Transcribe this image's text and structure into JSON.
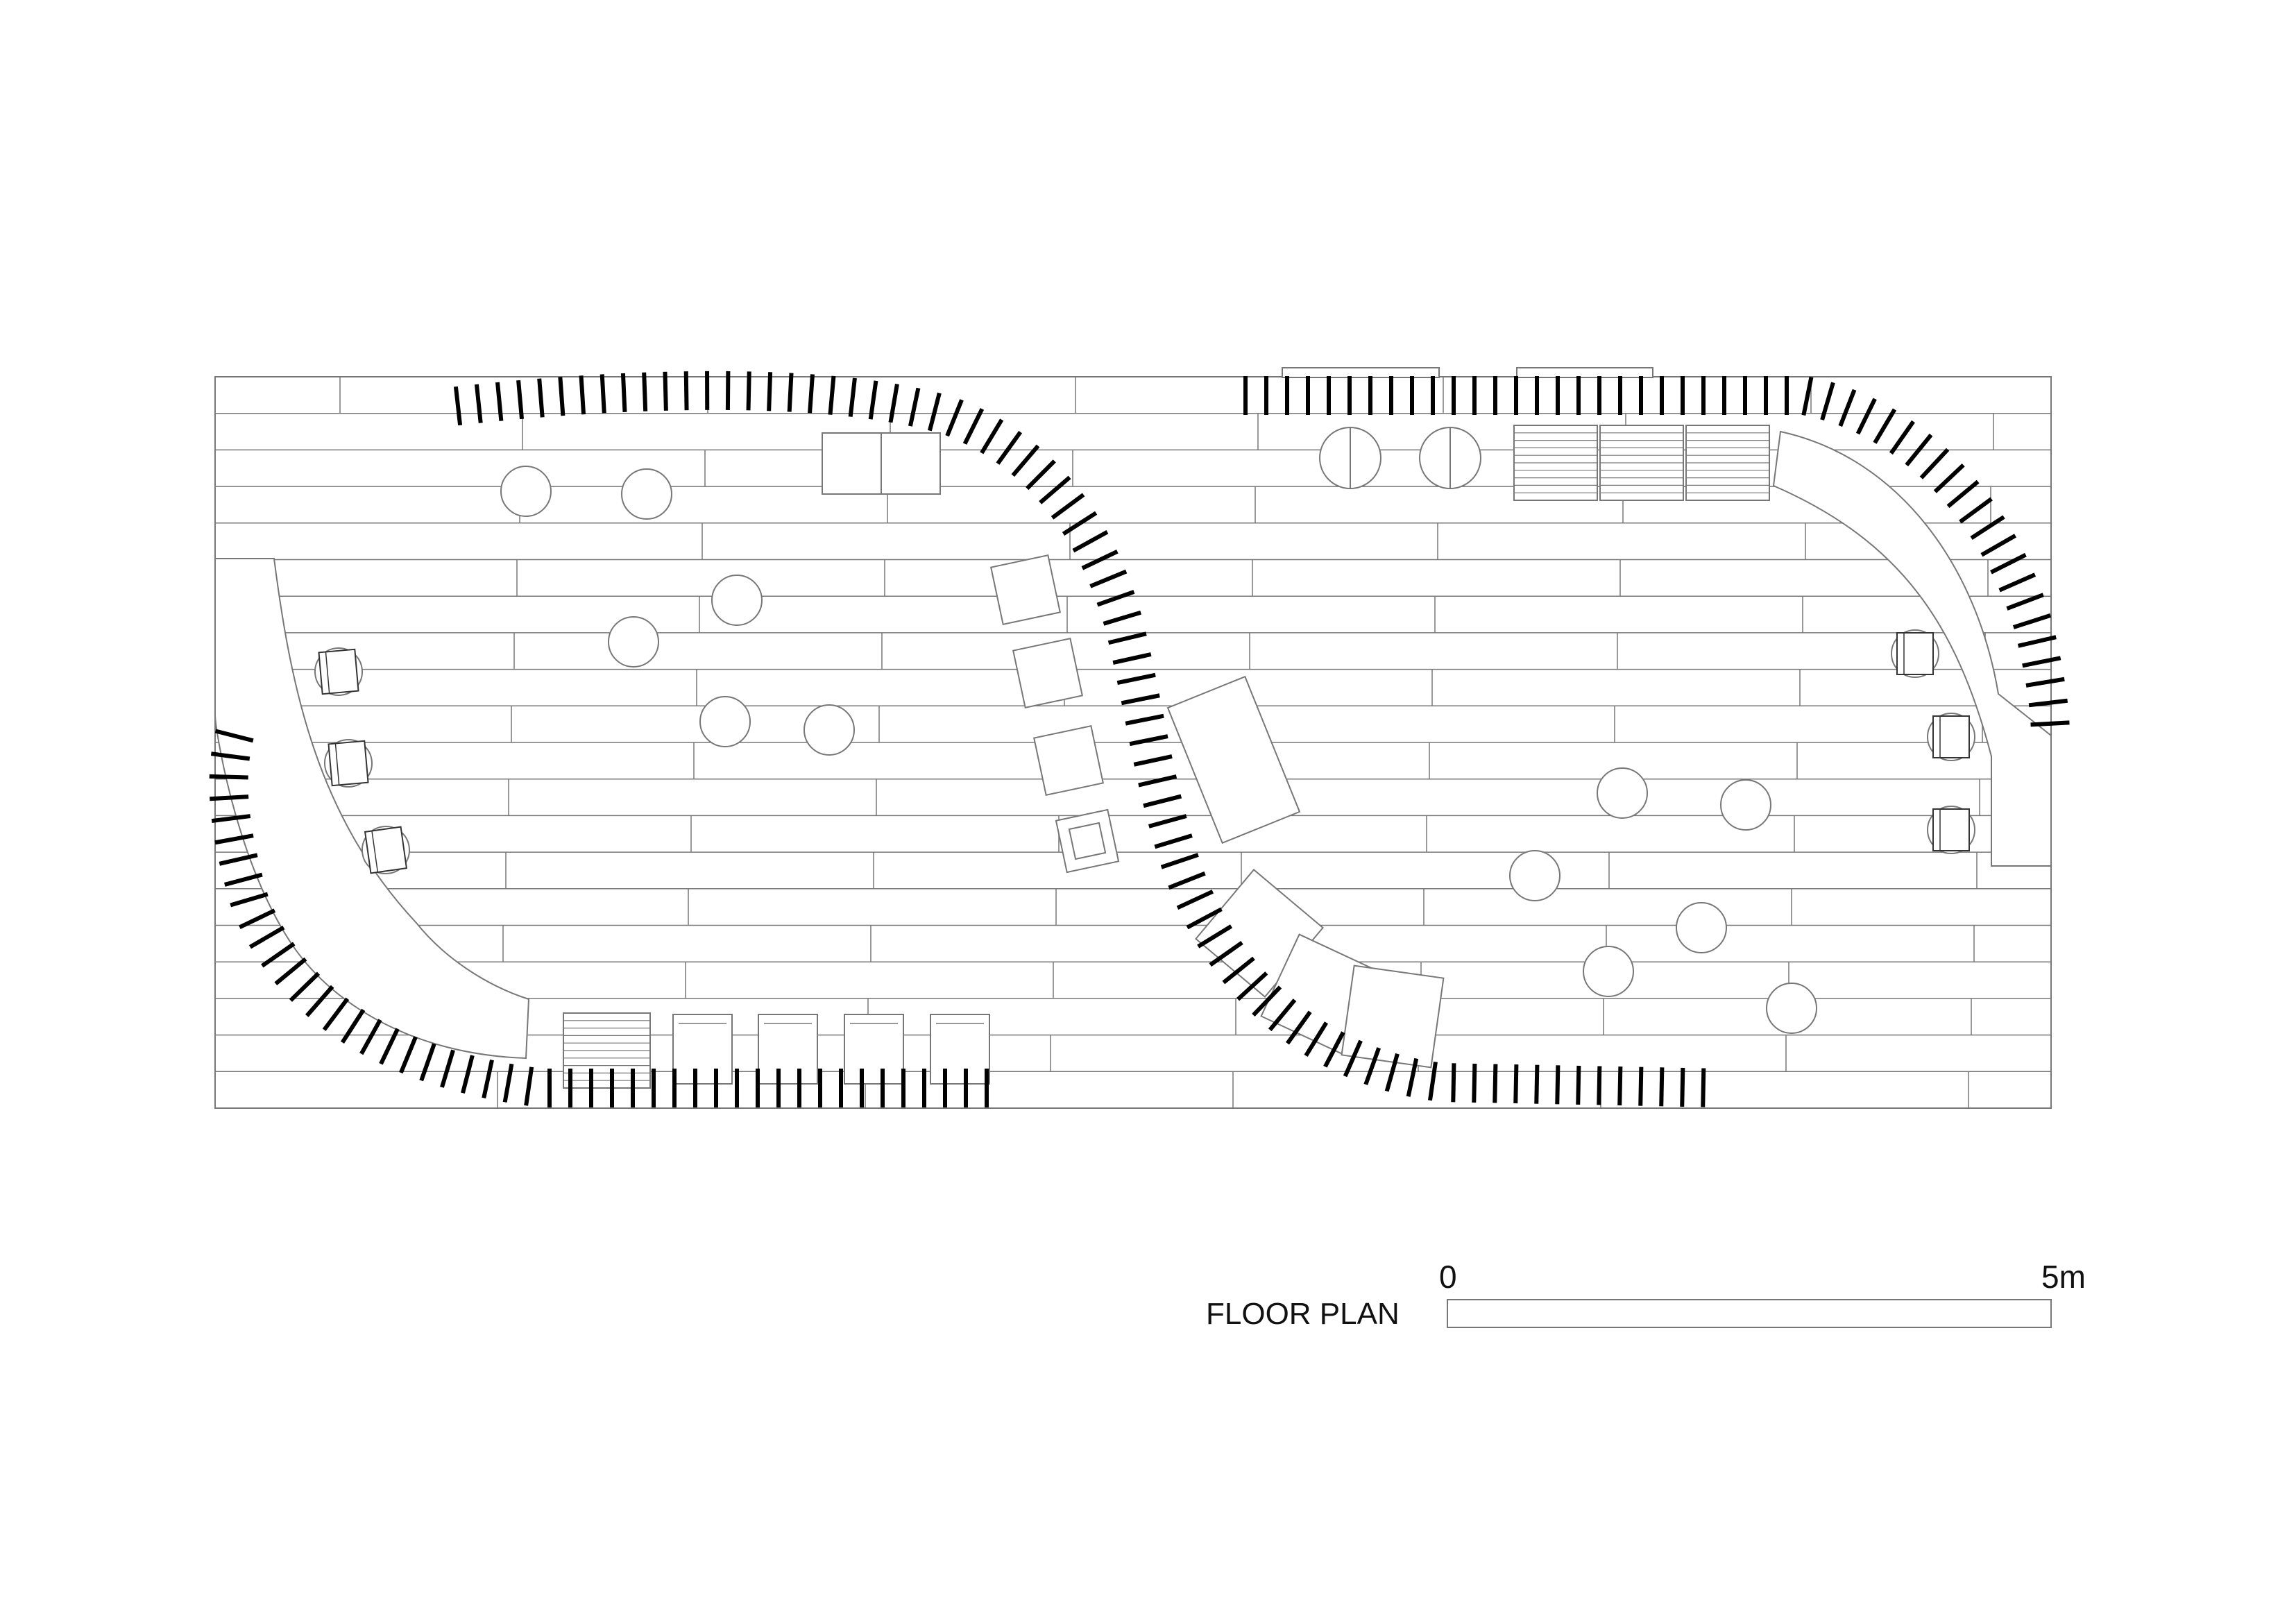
{
  "title": "FLOOR PLAN",
  "scale_bar": {
    "start_label": "0",
    "end_label": "5m"
  },
  "colors": {
    "line": "#777777",
    "ink": "#111111",
    "fin": "#000000",
    "background": "#ffffff"
  }
}
